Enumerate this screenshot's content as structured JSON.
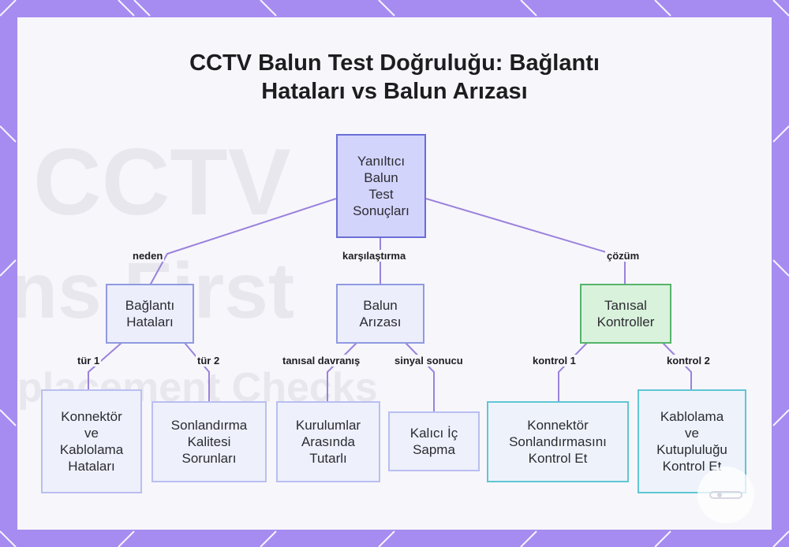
{
  "title": {
    "line1": "CCTV Balun Test Doğruluğu: Bağlantı",
    "line2": "Hataları vs Balun Arızası"
  },
  "nodes": {
    "root": {
      "lines": [
        "Yanıltıcı",
        "Balun",
        "Test",
        "Sonuçları"
      ]
    },
    "baglanti": {
      "lines": [
        "Bağlantı",
        "Hataları"
      ]
    },
    "balun": {
      "lines": [
        "Balun",
        "Arızası"
      ]
    },
    "tanisal": {
      "lines": [
        "Tanısal",
        "Kontroller"
      ]
    },
    "konnektor": {
      "lines": [
        "Konnektör",
        "ve",
        "Kablolama",
        "Hataları"
      ]
    },
    "sonlandirma": {
      "lines": [
        "Sonlandırma",
        "Kalitesi",
        "Sorunları"
      ]
    },
    "kurulumlar": {
      "lines": [
        "Kurulumlar",
        "Arasında",
        "Tutarlı"
      ]
    },
    "kalici": {
      "lines": [
        "Kalıcı İç",
        "Sapma"
      ]
    },
    "kontrol_et": {
      "lines": [
        "Konnektör",
        "Sonlandırmasını",
        "Kontrol Et"
      ]
    },
    "kutup": {
      "lines": [
        "Kablolama",
        "ve",
        "Kutupluluğu",
        "Kontrol Et"
      ]
    }
  },
  "edges": {
    "neden": "neden",
    "karsilastirma": "karşılaştırma",
    "cozum": "çözüm",
    "tur1": "tür 1",
    "tur2": "tür 2",
    "tanisal_davranis": "tanısal davranış",
    "sinyal_sonucu": "sinyal sonucu",
    "kontrol1": "kontrol 1",
    "kontrol2": "kontrol 2"
  },
  "background_watermark": {
    "line1": "CCTV",
    "line2": "ns First",
    "line3": "placement Checks"
  },
  "colors": {
    "frame": "#a68cf0",
    "card": "#f7f6fb",
    "connector": "#9a82dc",
    "root_fill": "#d3d4fb",
    "root_border": "#6a6ed6",
    "diag_fill": "#d9f2dc",
    "diag_border": "#55b46a",
    "cyan_border": "#5fc6d3"
  }
}
